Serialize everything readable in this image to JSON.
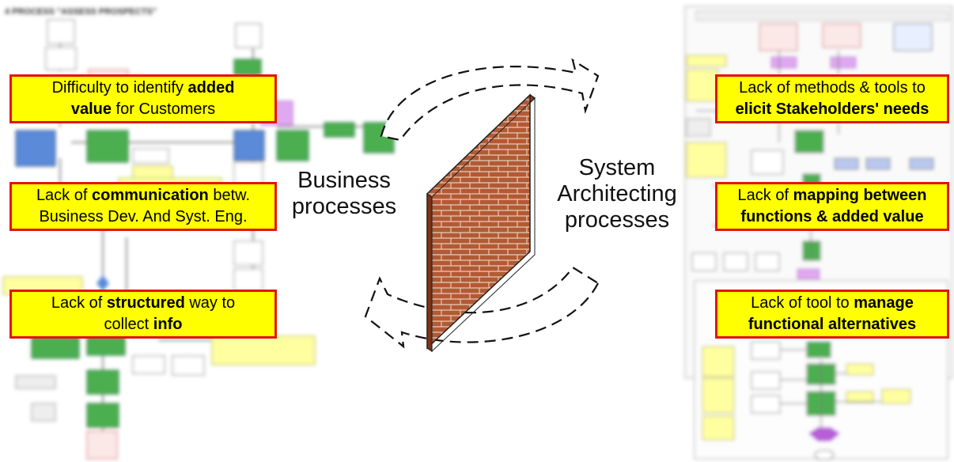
{
  "left_panel": {
    "title": "4 PROCESS \"ASSESS PROSPECTS\""
  },
  "center": {
    "business_label_line1": "Business",
    "business_label_line2": "processes",
    "system_label_line1": "System",
    "system_label_line2": "Architecting",
    "system_label_line3": "processes"
  },
  "callouts_left": [
    {
      "pre": "Difficulty to identify ",
      "bold": "added",
      "br": true,
      "bold2": "value",
      "post": " for Customers"
    },
    {
      "pre": "Lack of ",
      "bold": "communication",
      "post": " betw.",
      "line2": "Business Dev. And Syst. Eng."
    },
    {
      "pre": "Lack of ",
      "bold": "structured",
      "post": " way to",
      "line2_pre": "collect ",
      "line2_bold": "info"
    }
  ],
  "callouts_right": [
    {
      "line1": "Lack of methods & tools to",
      "line2_bold": "elicit Stakeholders' needs"
    },
    {
      "pre": "Lack of ",
      "bold": "mapping between",
      "line2_bold": "functions & added value"
    },
    {
      "pre": "Lack of tool to ",
      "bold": "manage",
      "line2_bold": "functional alternatives"
    }
  ],
  "colors": {
    "callout_fill": "#ffff00",
    "callout_border": "#e3140f",
    "brick_front": "#b25a34",
    "brick_side": "#8a3f20",
    "mortar": "#e8c9b6",
    "flow_green": "#4caf50",
    "flow_blue": "#5a8ad8",
    "flow_purple": "#b75fd6"
  }
}
